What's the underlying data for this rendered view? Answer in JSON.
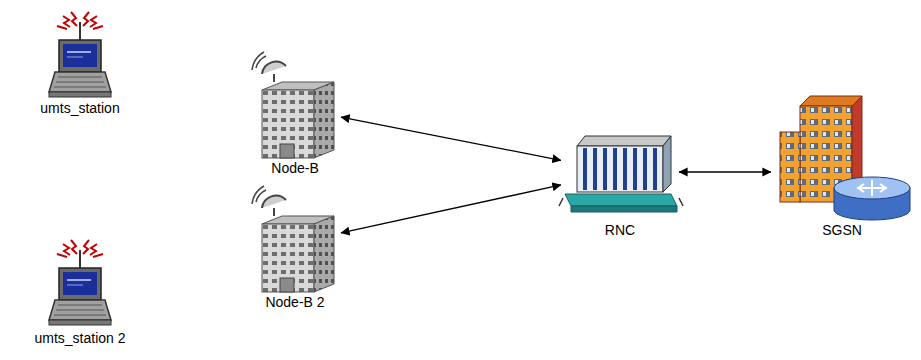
{
  "diagram": {
    "nodes": [
      {
        "text": [
          "umts_station"
        ]
      },
      {
        "text": [
          "Node-B"
        ]
      },
      {
        "text": [
          "RNC"
        ]
      },
      {
        "text": [
          "SGSN"
        ]
      },
      {
        "text": [
          "Node-B 2"
        ]
      },
      {
        "text": [
          "umts_station 2"
        ]
      }
    ],
    "edges": [
      {
        "from": 1,
        "to": 2,
        "arrow": "both"
      },
      {
        "from": 4,
        "to": 2,
        "arrow": "both"
      },
      {
        "from": 2,
        "to": 3,
        "arrow": "both"
      }
    ]
  }
}
